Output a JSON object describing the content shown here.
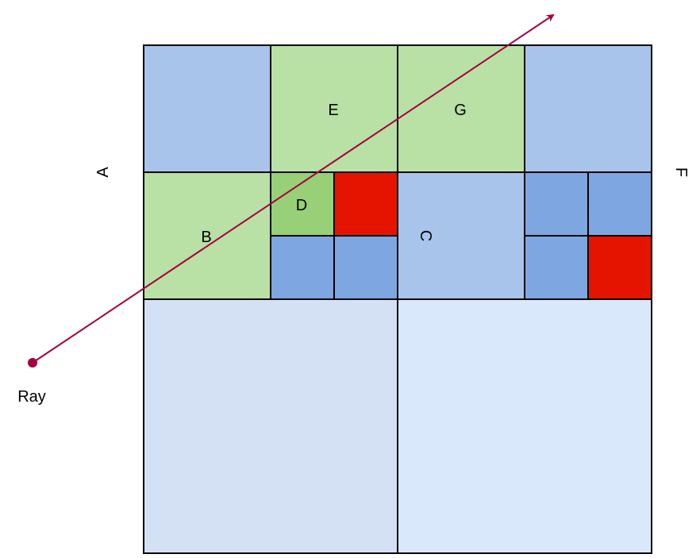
{
  "diagram": {
    "labels": {
      "a": "A",
      "b": "B",
      "c": "C",
      "d": "D",
      "e": "E",
      "f": "F",
      "g": "G",
      "ray": "Ray"
    },
    "colors": {
      "light_blue": "#a9c4eb",
      "light_green": "#b9e0a5",
      "mid_green": "#97d077",
      "mid_blue": "#7ea6e0",
      "red": "#e51400",
      "pale_blue_left": "#d4e1f5",
      "pale_blue_right": "#dae8fc",
      "stroke": "#000000",
      "ray": "#a50040"
    }
  }
}
